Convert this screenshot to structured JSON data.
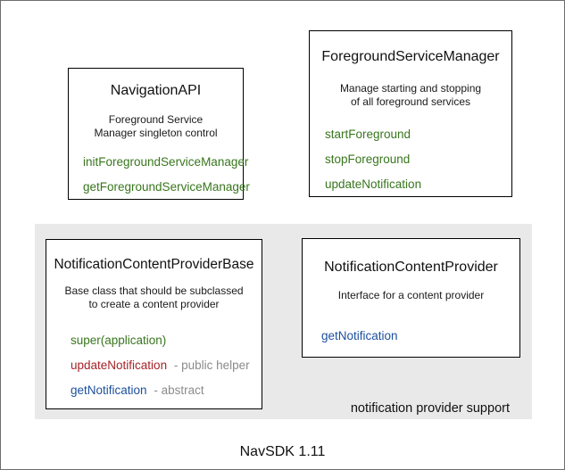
{
  "colors": {
    "method_green": "#38761d",
    "method_red": "#a62328",
    "method_blue": "#1c4f9c",
    "annotation_gray": "#8b8b8b",
    "group_background": "#e9e9e9",
    "outer_border": "#6e6e6e"
  },
  "boxes": {
    "navigation_api": {
      "title": "NavigationAPI",
      "description_lines": [
        "Foreground Service",
        "Manager singleton control"
      ],
      "methods": [
        {
          "name": "initForegroundServiceManager",
          "color": "green",
          "annotation": ""
        },
        {
          "name": "getForegroundServiceManager",
          "color": "green",
          "annotation": ""
        }
      ]
    },
    "foreground_service_manager": {
      "title": "ForegroundServiceManager",
      "description_lines": [
        "Manage starting and stopping",
        "of all foreground services"
      ],
      "methods": [
        {
          "name": "startForeground",
          "color": "green",
          "annotation": ""
        },
        {
          "name": "stopForeground",
          "color": "green",
          "annotation": ""
        },
        {
          "name": "updateNotification",
          "color": "green",
          "annotation": ""
        }
      ]
    },
    "notification_content_provider_base": {
      "title": "NotificationContentProviderBase",
      "description_lines": [
        "Base class that should be subclassed",
        "to create a content provider"
      ],
      "methods": [
        {
          "name": "super(application)",
          "color": "green",
          "annotation": ""
        },
        {
          "name": "updateNotification",
          "color": "red",
          "annotation": "- public helper"
        },
        {
          "name": "getNotification",
          "color": "blue",
          "annotation": "- abstract"
        }
      ]
    },
    "notification_content_provider": {
      "title": "NotificationContentProvider",
      "description_lines": [
        "Interface for a content provider"
      ],
      "methods": [
        {
          "name": "getNotification",
          "color": "blue",
          "annotation": ""
        }
      ]
    }
  },
  "group": {
    "label": "notification provider support"
  },
  "footer": {
    "label": "NavSDK 1.11"
  }
}
